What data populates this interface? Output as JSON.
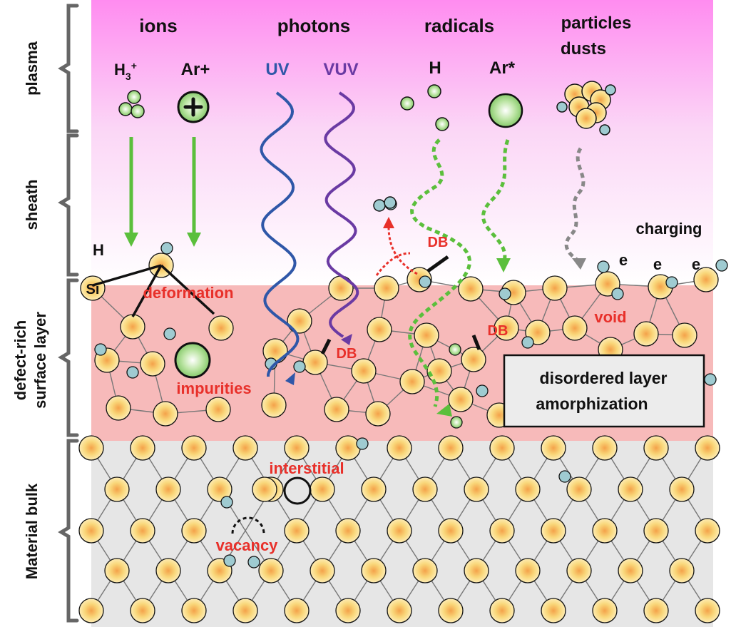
{
  "regions": {
    "plasma": "plasma",
    "sheath": "sheath",
    "surface_line1": "defect-rich",
    "surface_line2": "surface layer",
    "bulk": "Material bulk"
  },
  "categories": {
    "ions": "ions",
    "photons": "photons",
    "radicals": "radicals",
    "particles_line1": "particles",
    "particles_line2": "dusts"
  },
  "species": {
    "h3_base": "H",
    "h3_sub": "3",
    "h3_sup": "+",
    "ar_ion": "Ar+",
    "uv": "UV",
    "vuv": "VUV",
    "h_radical": "H",
    "ar_star": "Ar*"
  },
  "annotations": {
    "charging": "charging",
    "electron": "e",
    "h_label": "H",
    "si_label": "Si",
    "deformation": "deformation",
    "impurities": "impurities",
    "db": "DB",
    "void": "void",
    "disordered_line1": "disordered layer",
    "disordered_line2": "amorphization",
    "interstitial": "interstitial",
    "vacancy": "vacancy"
  },
  "colors": {
    "plasma_top": "#ff8cf0",
    "surface_fill": "#f7baba",
    "bulk_fill": "#e6e6e6",
    "arrow_green": "#5bbf3c",
    "uv_blue": "#2f57a8",
    "vuv_purple": "#6a3aa3",
    "label_red": "#e8302a",
    "atom_yellow": "#f6c850",
    "h_atom": "#9fcbd1",
    "brace_gray": "#666666"
  }
}
